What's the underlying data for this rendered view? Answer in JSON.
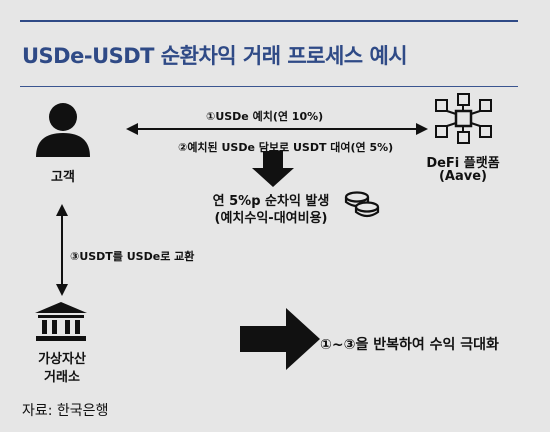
{
  "title": "USDe-USDT 순환차익 거래 프로세스 예시",
  "nodes": {
    "customer": "고객",
    "defi_line1": "DeFi 플랫폼",
    "defi_line2": "(Aave)",
    "exchange_line1": "가상자산",
    "exchange_line2": "거래소"
  },
  "steps": {
    "step1": "①USDe 예치(연 10%)",
    "step2": "②예치된 USDe 담보로 USDT 대여(연 5%)",
    "step3": "③USDT를 USDe로 교환",
    "repeat": "①~③을 반복하여 수익 극대화"
  },
  "profit": {
    "line1": "연 5%p 순차익 발생",
    "line2": "(예치수익-대여비용)"
  },
  "source": "자료: 한국은행",
  "colors": {
    "accent": "#2f4a86",
    "background": "#e6e6e6",
    "icon": "#111111"
  },
  "icons": [
    "person-icon",
    "blockchain-icon",
    "bank-icon",
    "coins-icon"
  ]
}
